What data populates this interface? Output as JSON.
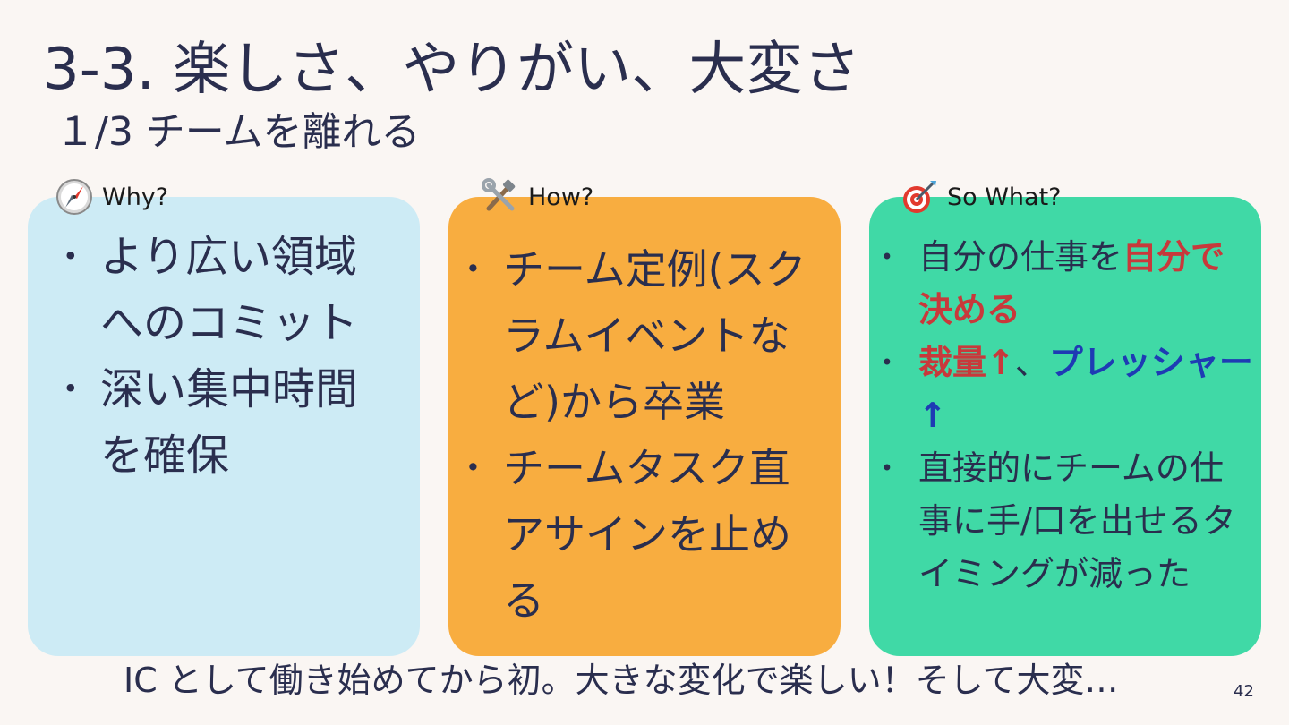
{
  "slide": {
    "title": "3-3. 楽しさ、やりがい、大変さ",
    "subtitle": "１/3 チームを離れる",
    "footer": "IC として働き始めてから初。大きな変化で楽しい！そして大変…",
    "page_number": "42"
  },
  "columns": {
    "why": {
      "heading": "Why?",
      "icon": "compass-icon",
      "color": "#cdebf5",
      "bullets": [
        "より広い領域へのコミット",
        "深い集中時間を確保"
      ]
    },
    "how": {
      "heading": "How?",
      "icon": "tools-icon",
      "color": "#f8ad40",
      "bullets": [
        "チーム定例(スクラムイベントなど)から卒業",
        "チームタスク直アサインを止める"
      ]
    },
    "sowhat": {
      "heading": "So What?",
      "icon": "target-icon",
      "color": "#40d9a6",
      "bullet1": {
        "prefix": "自分の仕事を",
        "emphasis": "自分で決める"
      },
      "bullet2": {
        "red": "裁量↑",
        "separator": "、",
        "blue": "プレッシャー↑"
      },
      "bullet3": "直接的にチームの仕事に手/口を出せるタイミングが減った"
    }
  },
  "colors": {
    "background": "#faf6f3",
    "text": "#2a2e4e",
    "emphasis_red": "#c8393b",
    "emphasis_blue": "#1e3bb4"
  }
}
